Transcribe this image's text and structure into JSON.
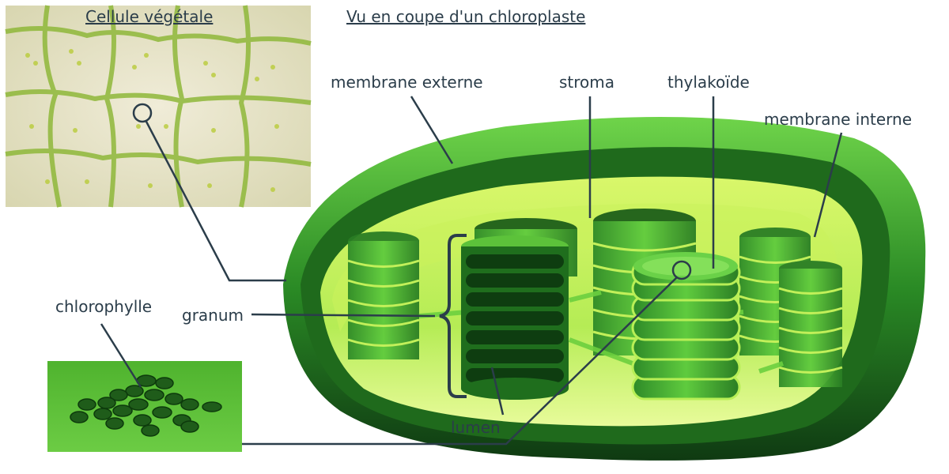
{
  "headings": {
    "cell": "Cellule végétale",
    "section": "Vu en coupe d'un chloroplaste"
  },
  "labels": {
    "outer_membrane": "membrane externe",
    "stroma": "stroma",
    "thylakoid": "thylakoïde",
    "inner_membrane": "membrane interne",
    "chlorophyll": "chlorophylle",
    "granum": "granum",
    "lumen": "lumen"
  },
  "colors": {
    "label_text": "#2b3d4a",
    "leader_line": "#2b3d4a",
    "chloroplast_dark": "#0f3d12",
    "chloroplast_mid": "#2f9a2c",
    "chloroplast_light": "#9fe84a",
    "chlorophyll_bg": "#5fbf3a"
  }
}
